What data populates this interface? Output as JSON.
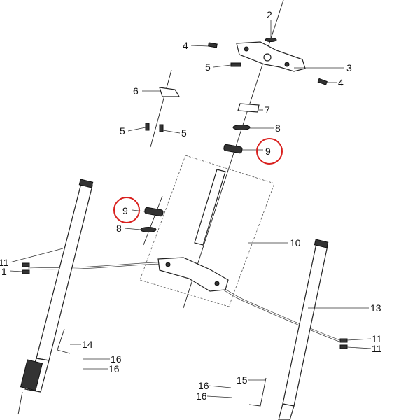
{
  "diagram": {
    "title": "Front fork / triple clamp exploded parts diagram",
    "highlight_color": "#d9201e",
    "callouts": [
      {
        "id": "c2",
        "text": "2"
      },
      {
        "id": "c4a",
        "text": "4"
      },
      {
        "id": "c3",
        "text": "3"
      },
      {
        "id": "c5a",
        "text": "5"
      },
      {
        "id": "c4b",
        "text": "4"
      },
      {
        "id": "c6",
        "text": "6"
      },
      {
        "id": "c7",
        "text": "7"
      },
      {
        "id": "c5b",
        "text": "5"
      },
      {
        "id": "c5c",
        "text": "5"
      },
      {
        "id": "c8a",
        "text": "8"
      },
      {
        "id": "c9a",
        "text": "9",
        "highlighted": true
      },
      {
        "id": "c9b",
        "text": "9",
        "highlighted": true
      },
      {
        "id": "c8b",
        "text": "8"
      },
      {
        "id": "c10",
        "text": "10"
      },
      {
        "id": "c11a",
        "text": "11"
      },
      {
        "id": "c1",
        "text": "1"
      },
      {
        "id": "c13",
        "text": "13"
      },
      {
        "id": "c14",
        "text": "14"
      },
      {
        "id": "c11b",
        "text": "11"
      },
      {
        "id": "c11c",
        "text": "11"
      },
      {
        "id": "c16a",
        "text": "16"
      },
      {
        "id": "c16b",
        "text": "16"
      },
      {
        "id": "c15",
        "text": "15"
      },
      {
        "id": "c16c",
        "text": "16"
      },
      {
        "id": "c16d",
        "text": "16"
      }
    ]
  }
}
